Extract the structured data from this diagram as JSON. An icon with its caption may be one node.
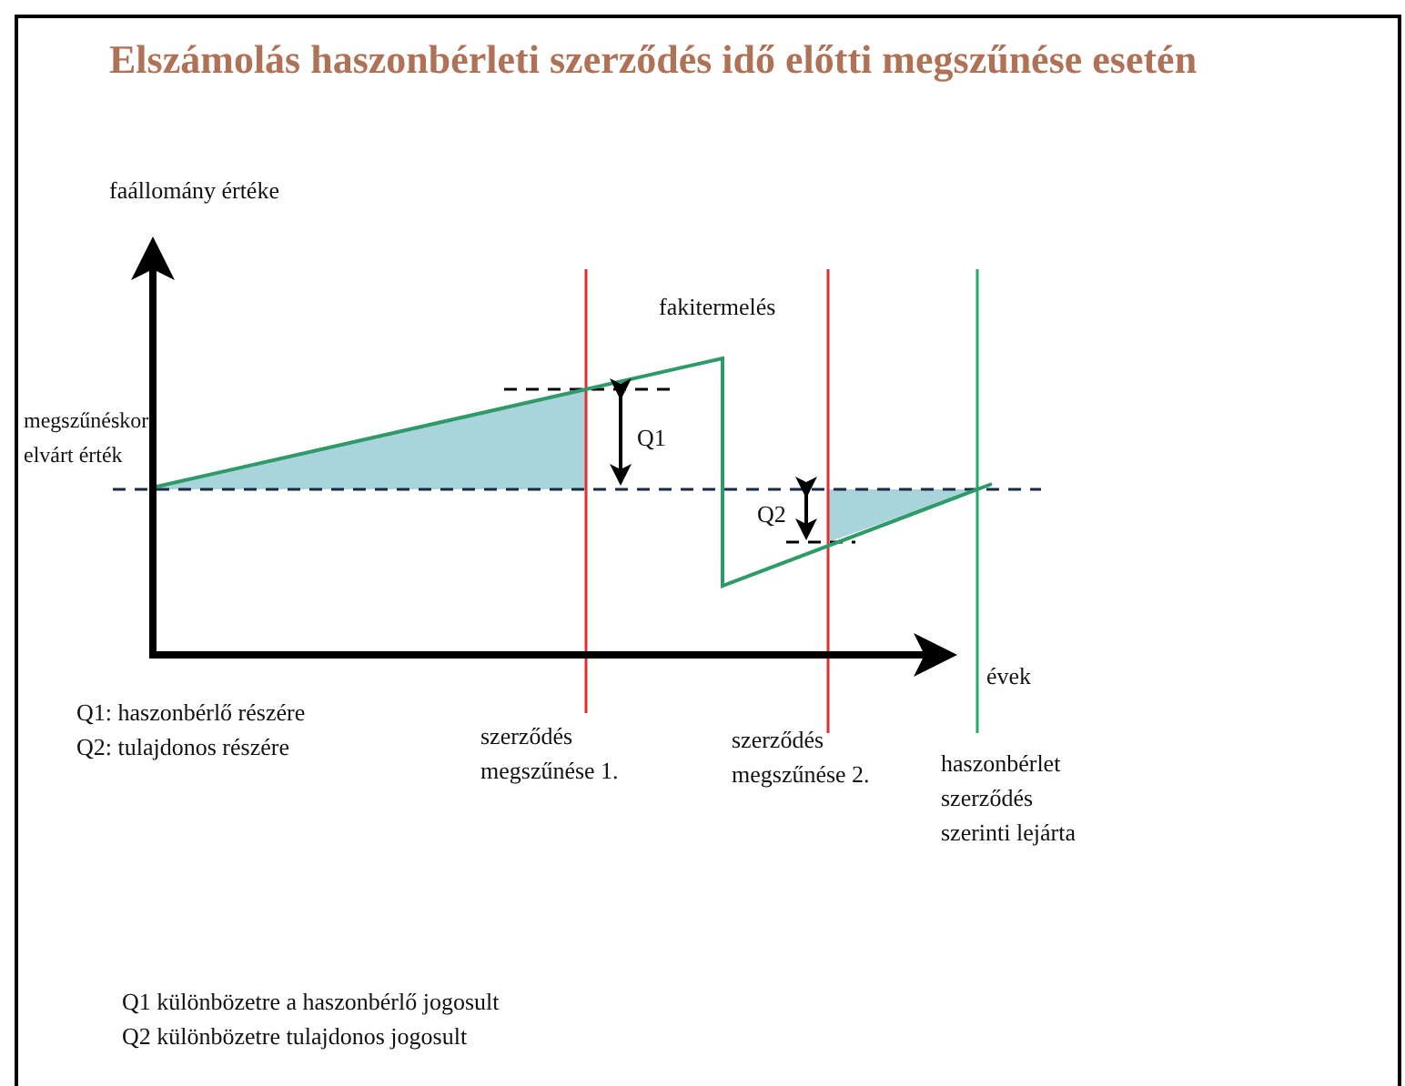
{
  "diagram": {
    "title": "Elszámolás haszonbérleti szerződés idő előtti megszűnése esetén",
    "labels": [
      "faállomány értéke",
      "fakitermelés",
      "megszűnéskor elvárt érték",
      "Q1",
      "Q2",
      "évek",
      "Q1: haszonbérlő részére",
      "Q2: tulajdonos részére",
      "szerződés megszűnése 1.",
      "szerződés megszűnése 2.",
      "haszonbérlet szerződés szerinti lejárta",
      "Q1 különbözetre a haszonbérlő jogosult",
      "Q2 különbözetre tulajdonos jogosult"
    ]
  }
}
